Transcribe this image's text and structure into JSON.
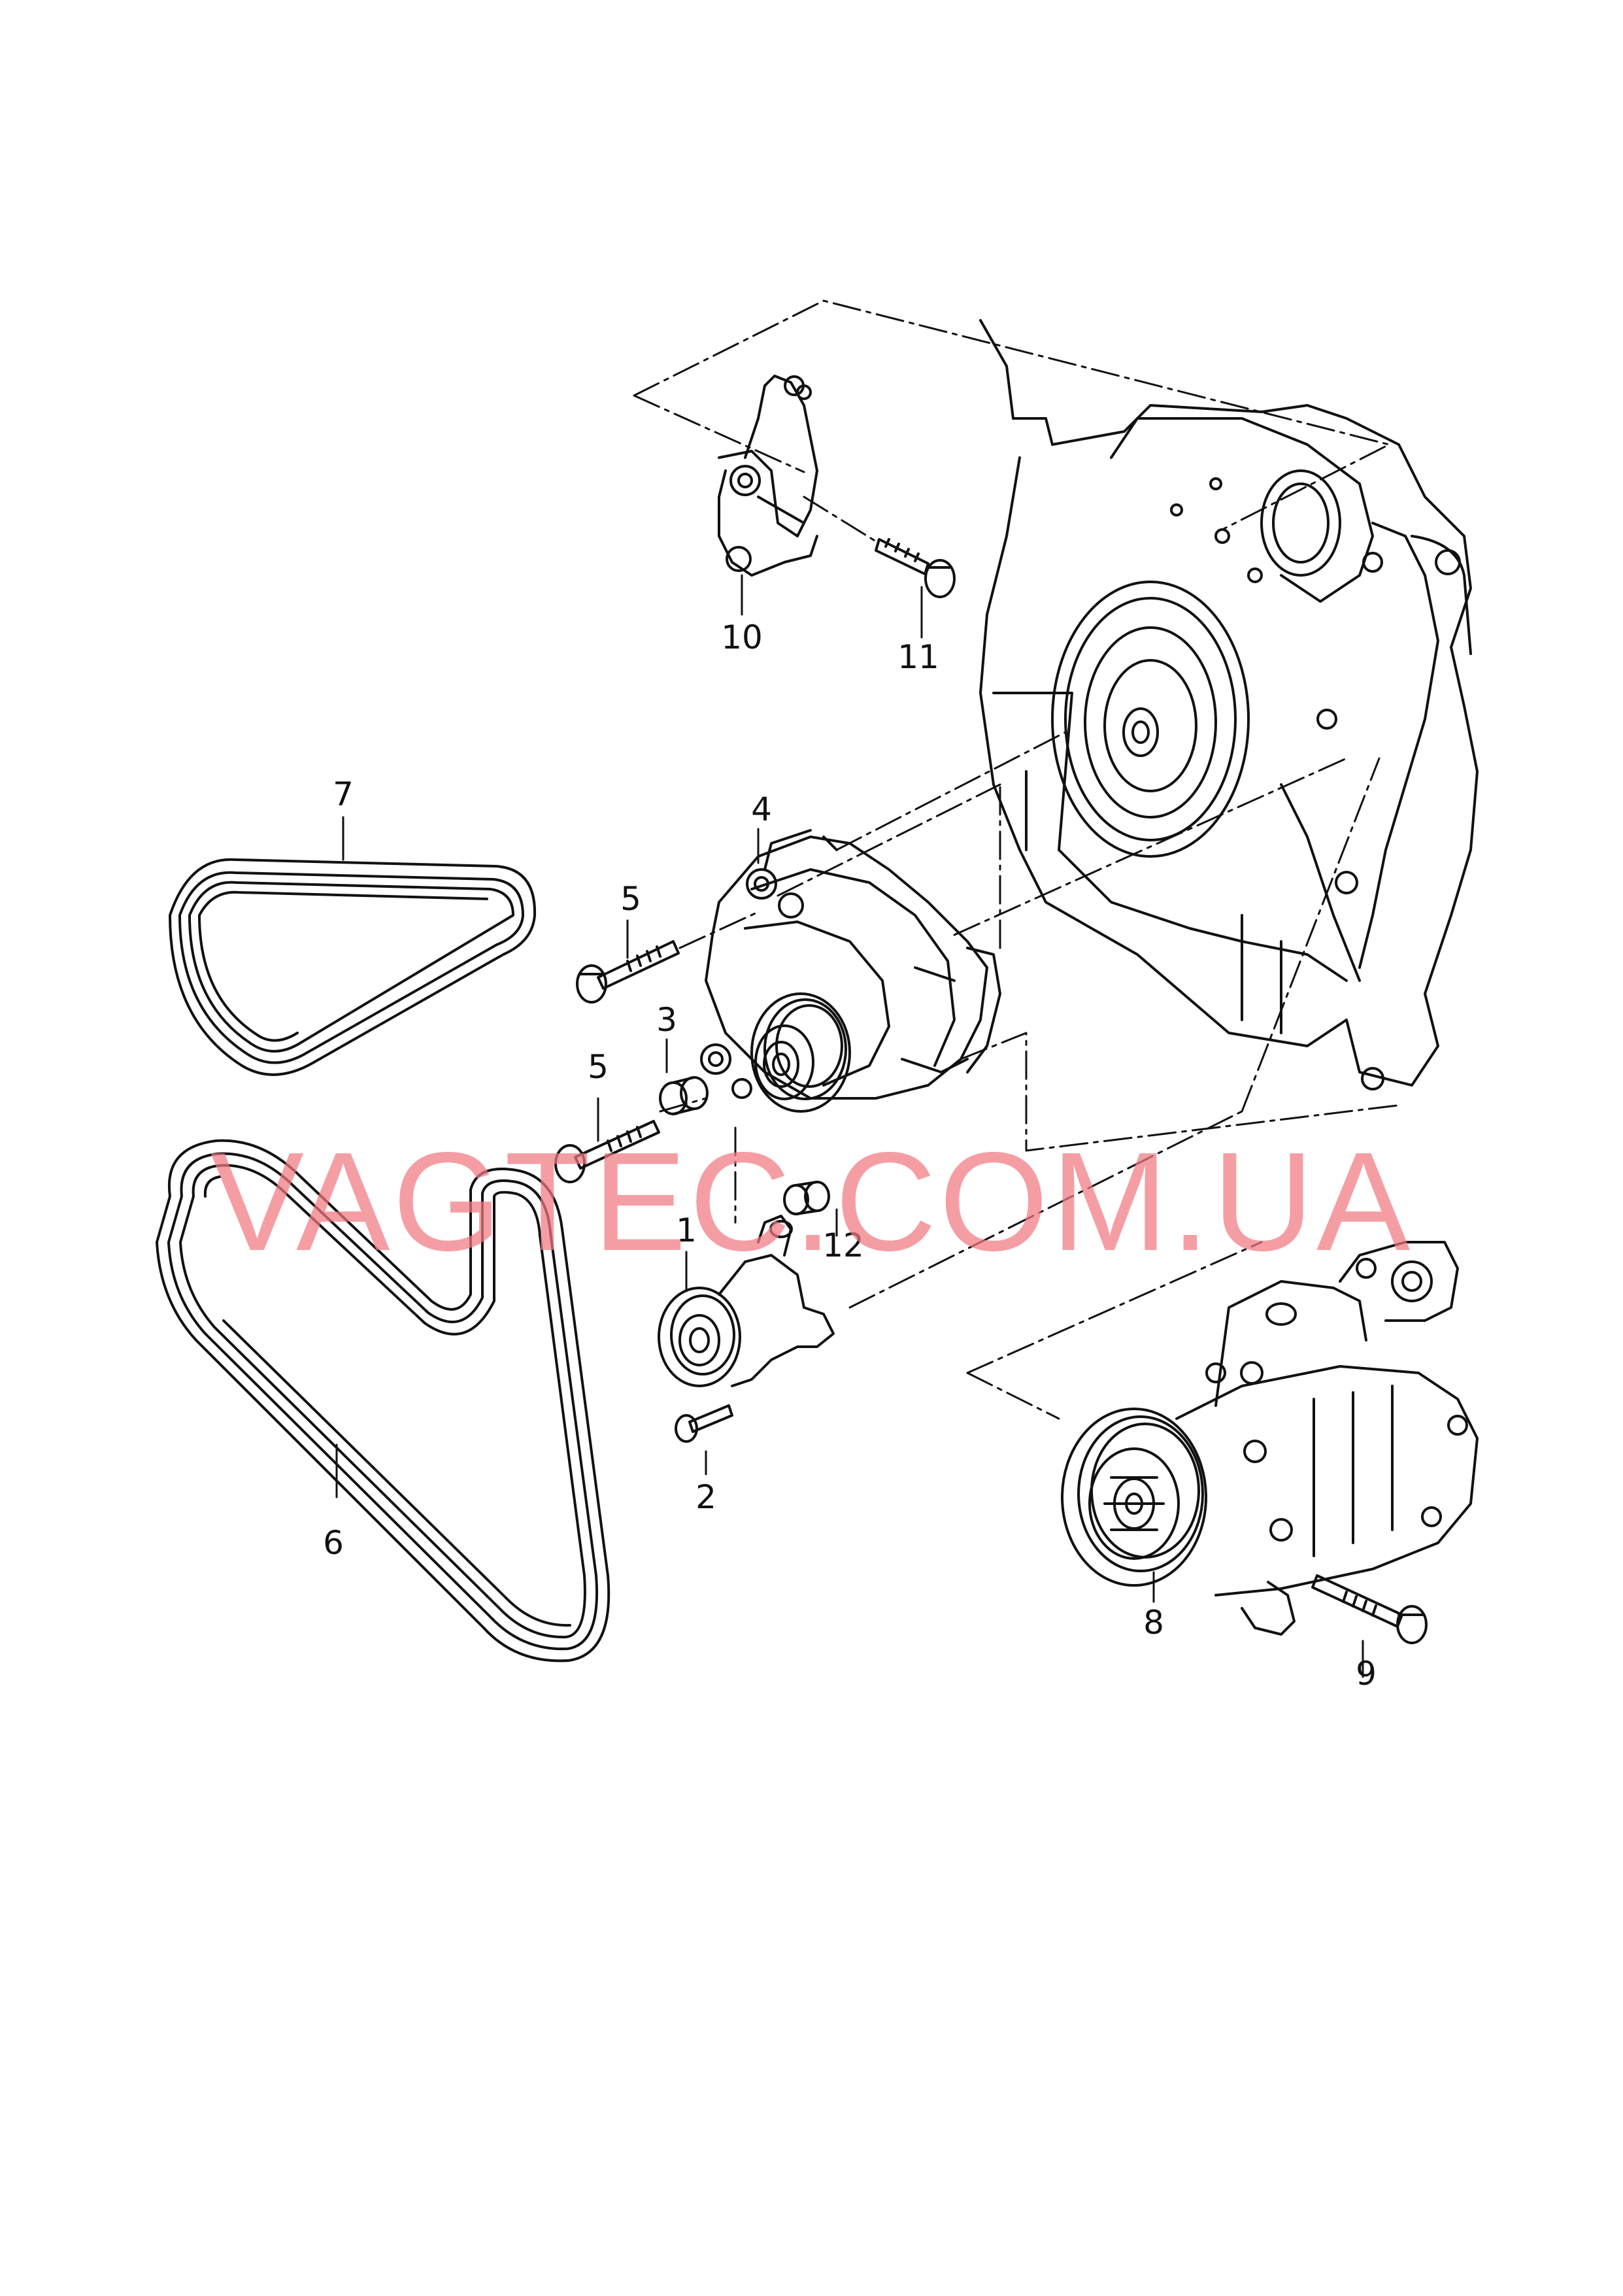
{
  "diagram": {
    "callouts": [
      "1",
      "2",
      "3",
      "4",
      "5",
      "5",
      "6",
      "7",
      "8",
      "9",
      "10",
      "11",
      "12"
    ],
    "watermark": "VAGTEC.COM.UA"
  },
  "colors": {
    "line": "#111111",
    "watermark": "#f07a82"
  }
}
